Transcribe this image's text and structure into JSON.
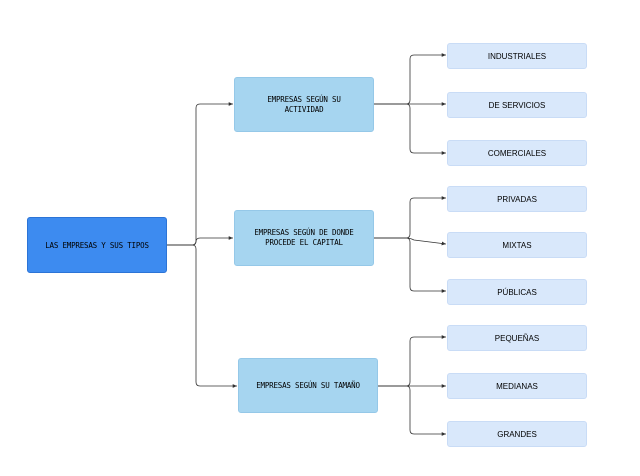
{
  "root": {
    "label": "LAS EMPRESAS Y SUS TIPOS"
  },
  "categories": [
    {
      "label": "EMPRESAS SEGÚN SU ACTIVIDAD",
      "children": [
        "INDUSTRIALES",
        "DE SERVICIOS",
        "COMERCIALES"
      ]
    },
    {
      "label": "EMPRESAS SEGÚN DE DONDE PROCEDE EL CAPITAL",
      "children": [
        "PRIVADAS",
        "MIXTAS",
        "PÚBLICAS"
      ]
    },
    {
      "label": "EMPRESAS SEGÚN SU TAMAÑO",
      "children": [
        "PEQUEÑAS",
        "MEDIANAS",
        "GRANDES"
      ]
    }
  ],
  "colors": {
    "root_fill": "#3d8bf0",
    "category_fill": "#a6d5f0",
    "leaf_fill": "#d9e8fb",
    "connector": "#333333"
  }
}
